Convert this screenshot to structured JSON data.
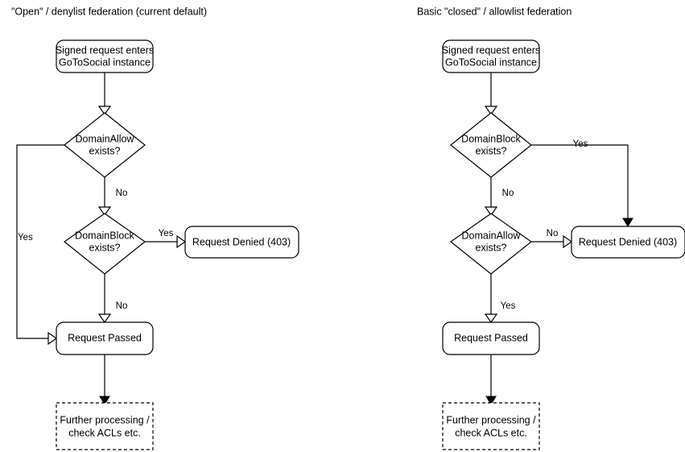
{
  "page": {
    "background_color": "#ffffff",
    "stroke_color": "#000000",
    "text_color": "#000000"
  },
  "diagrams": [
    {
      "id": "open-denylist",
      "title": "\"Open\" / denylist federation (current default)",
      "nodes": {
        "entry": "Signed request enters\nGoToSocial instance",
        "entry_line1": "Signed request enters",
        "entry_line2": "GoToSocial instance",
        "decision1": "DomainAllow\nexists?",
        "decision1_line1": "DomainAllow",
        "decision1_line2": "exists?",
        "decision2": "DomainBlock\nexists?",
        "decision2_line1": "DomainBlock",
        "decision2_line2": "exists?",
        "denied": "Request Denied (403)",
        "passed": "Request Passed",
        "further_line1": "Further processing /",
        "further_line2": "check ACLs etc."
      },
      "edge_labels": {
        "allow_yes": "Yes",
        "allow_no": "No",
        "block_yes": "Yes",
        "block_no": "No"
      }
    },
    {
      "id": "closed-allowlist",
      "title": "Basic \"closed\" / allowlist federation",
      "nodes": {
        "entry": "Signed request enters\nGoToSocial instance",
        "entry_line1": "Signed request enters",
        "entry_line2": "GoToSocial instance",
        "decision1": "DomainBlock\nexists?",
        "decision1_line1": "DomainBlock",
        "decision1_line2": "exists?",
        "decision2": "DomainAllow\nexists?",
        "decision2_line1": "DomainAllow",
        "decision2_line2": "exists?",
        "denied": "Request Denied (403)",
        "passed": "Request Passed",
        "further_line1": "Further processing /",
        "further_line2": "check ACLs etc."
      },
      "edge_labels": {
        "block_yes": "Yes",
        "block_no": "No",
        "allow_no": "No",
        "allow_yes": "Yes"
      }
    }
  ]
}
